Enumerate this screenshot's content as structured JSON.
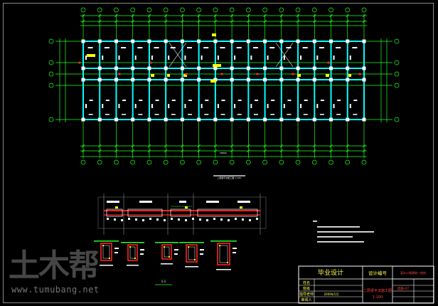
{
  "title_block": {
    "title": "毕业设计",
    "designer_label": "设计编号",
    "drawing_name": "二层梁平法施工图",
    "scale": "1:100",
    "project_label": "某办公楼建筑—结构",
    "rows": [
      "姓名",
      "班级",
      "指导老师",
      "审阅人"
    ],
    "date": "2009年5月",
    "sheet_no": "结施-07"
  },
  "plan": {
    "caption": "二层梁平法施工图 1:100",
    "dim_total": "58800"
  },
  "section": {
    "label": "1-1"
  },
  "watermark": {
    "cn": "土木帮",
    "url": "www.tumubang.net"
  },
  "colors": {
    "grid_green": "#22ff22",
    "beam_cyan": "#00ffff",
    "column_white": "#ffffff",
    "yellow": "#ffff00",
    "red": "#ff2222",
    "frame_gray": "#8a8a8a"
  }
}
